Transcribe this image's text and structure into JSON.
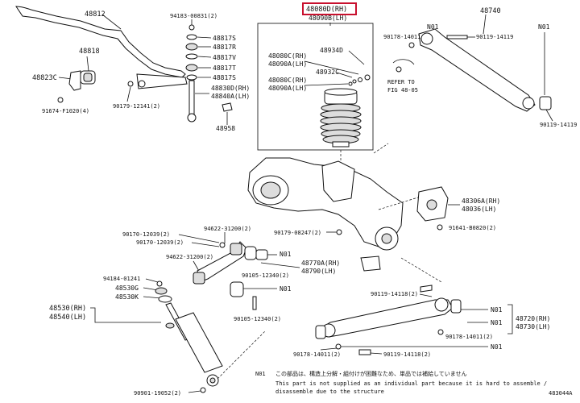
{
  "labels": {
    "p48080d": "48080D(RH)",
    "p48090b": "48090B(LH)",
    "p48812": "48812",
    "p48740": "48740",
    "p94183": "94183-00831(2)",
    "p48817s_top": "48817S",
    "p48817r": "48817R",
    "p48817v": "48817V",
    "p48817t": "48817T",
    "p48817s_bot": "48817S",
    "p48818": "48818",
    "p48823c": "48823C",
    "p48830d": "48830D(RH)",
    "p48840a": "48840A(LH)",
    "p91674": "91674-F1020(4)",
    "p90179_12141": "90179-12141(2)",
    "p48958": "48958",
    "p48934d": "48934D",
    "p48080c_a": "48080C(RH)",
    "p48090a_a": "48090A(LH)",
    "p48932c": "48932C",
    "p48080c_b": "48080C(RH)",
    "p48090a_b": "48090A(LH)",
    "p_refer": "REFER TO",
    "p_fig": "FIG 48-05",
    "n01_a": "N01",
    "p90178_14011_a": "90178-14011",
    "p90119_14119_a": "90119-14119",
    "n01_b": "N01",
    "p90119_14119_b": "90119-14119",
    "p48306a": "48306A(RH)",
    "p48036d": "48036(LH)",
    "p91641": "91641-B0820(2)",
    "p94622_a": "94622-31200(2)",
    "p90179_08247": "90179-08247(2)",
    "p90170_12039_a": "90170-12039(2)",
    "p90170_12039_b": "90170-12039(2)",
    "p94622_b": "94622-31200(2)",
    "n01_c": "N01",
    "p48770a": "48770A(RH)",
    "p48790": "48790(LH)",
    "p90105_a": "90105-12340(2)",
    "n01_d": "N01",
    "p94184": "94184-01241",
    "p48530g": "48530G",
    "p48530k": "48530K",
    "p48530": "48530(RH)",
    "p48540": "48540(LH)",
    "p90105_b": "90105-12340(2)",
    "p90119_14118_a": "90119-14118(2)",
    "n01_e": "N01",
    "p48720": "48720(RH)",
    "p48730": "48730(LH)",
    "n01_f": "N01",
    "p90178_14011_b": "90178-14011(2)",
    "n01_g": "N01",
    "p90178_14011_c": "90178-14011(2)",
    "p90119_14118_b": "90119-14118(2)",
    "p90901": "90901-19052(2)",
    "p483044a": "483044A"
  },
  "footnote": {
    "code": "N01",
    "line1": "この部品は、構造上分解・組付けが困難なため、単品では補給していません",
    "line2": "This part is not supplied as an individual part because it is hard to assemble /",
    "line3": "disassemble due to the structure"
  },
  "colors": {
    "highlight": "#c8102e",
    "ink": "#111111"
  }
}
